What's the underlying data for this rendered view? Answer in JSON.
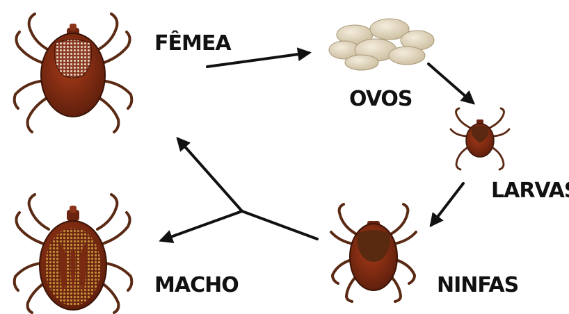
{
  "diagram": {
    "title": "",
    "labels": {
      "femea": "FÊMEA",
      "ovos": "OVOS",
      "larvas": "LARVAS",
      "ninfas": "NINFAS",
      "macho": "MACHO"
    },
    "colors": {
      "tick_body": "#8a2f14",
      "tick_dark": "#4a1a0c",
      "scutum_female": "#b87a5a",
      "scutum_male": "#c47a2a",
      "egg": "#e8dcc4",
      "arrow": "#111111",
      "text": "#111111"
    }
  }
}
